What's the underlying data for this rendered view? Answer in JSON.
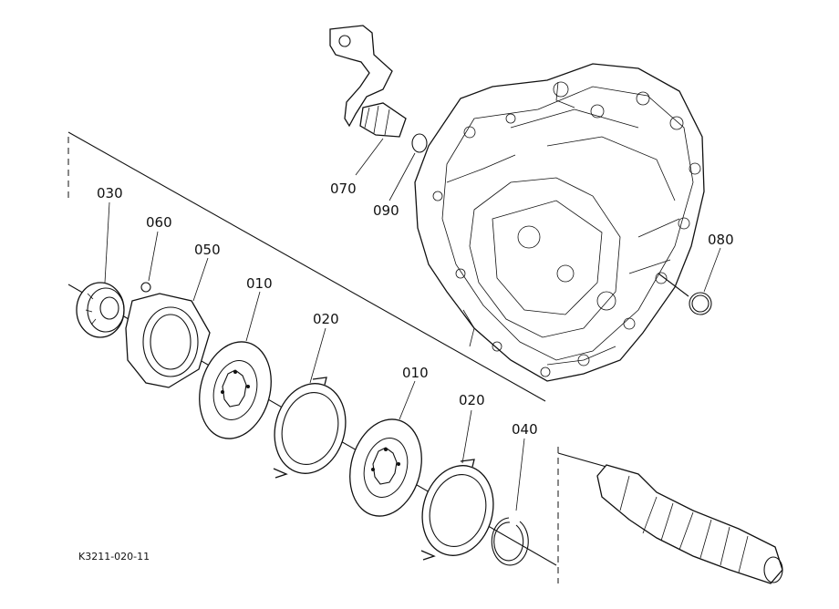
{
  "labels": {
    "p030": "030",
    "p060": "060",
    "p050": "050",
    "p010a": "010",
    "p020a": "020",
    "p010b": "010",
    "p020b": "020",
    "p040": "040",
    "p070": "070",
    "p090": "090",
    "p080": "080"
  },
  "diagram_code": "K3211-020-11"
}
